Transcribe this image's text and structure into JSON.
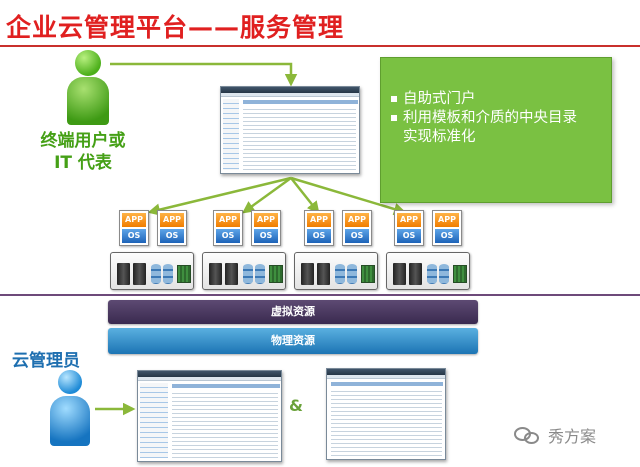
{
  "title": "企业云管理平台——服务管理",
  "end_user": {
    "label_line1": "终端用户或",
    "label_line2": "IT 代表"
  },
  "green_box": {
    "items": [
      {
        "lines": [
          "自助式门户"
        ]
      },
      {
        "lines": [
          "利用模板和介质的中央目录",
          "实现标准化"
        ]
      }
    ]
  },
  "app_cards": {
    "app_label": "APP",
    "os_label": "OS"
  },
  "layers": {
    "virtual": "虚拟资源",
    "physical": "物理资源"
  },
  "cloud_admin": {
    "label": "云管理员"
  },
  "connector": "&",
  "watermark": "秀方案",
  "colors": {
    "title": "#e02020",
    "end_user": "#45a016",
    "admin": "#1e6fb0",
    "portal_box": "#7ac142",
    "virtual_layer": "#3a2a4f",
    "physical_layer": "#1c74b4",
    "arrows": "#8bb83a"
  },
  "icons": [
    "end-user-person-icon",
    "admin-person-icon",
    "wechat-icon"
  ]
}
